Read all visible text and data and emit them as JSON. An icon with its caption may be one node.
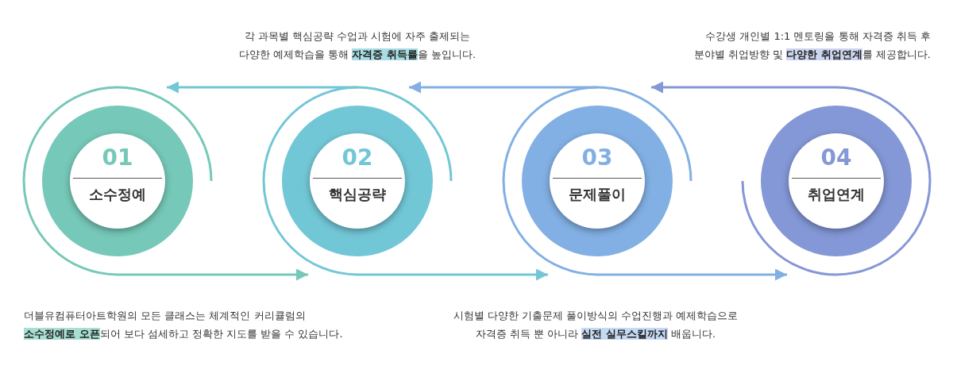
{
  "diagram": {
    "nodes": [
      {
        "text": [
          "01",
          "소수정예"
        ]
      },
      {
        "text": [
          "02",
          "핵심공략"
        ]
      },
      {
        "text": [
          "03",
          "문제풀이"
        ]
      },
      {
        "text": [
          "04",
          "취업연계"
        ]
      }
    ],
    "edges": [
      {
        "from": 0,
        "to": 1,
        "arrow": "to",
        "color": "#76c8b8"
      },
      {
        "from": 1,
        "to": null,
        "arrow": "to",
        "color": "#72c7d6"
      },
      {
        "from": 1,
        "to": 2,
        "arrow": "to",
        "color": "#72c7d6"
      },
      {
        "from": 2,
        "to": null,
        "arrow": "to",
        "color": "#82b0e4"
      },
      {
        "from": 2,
        "to": 3,
        "arrow": "to",
        "color": "#82b0e4"
      },
      {
        "from": 3,
        "to": null,
        "arrow": "to",
        "color": "#8497d6"
      }
    ],
    "labels": [
      "각 과목별 핵심공략 수업과 시험에 자주 출제되는 다양한 예제학습을 통해 **자격증 취득률**을 높입니다.",
      "수강생 개인별 1:1 멘토링을 통해 자격증 취득 후 분야별 취업방향 및 **다양한 취업연계**를 제공합니다.",
      "더블유컴퓨터아트학원의 모든 클래스는 체계적인 커리큘럼의 **소수정예로 오픈**되어 보다 섬세하고 정확한 지도를 받을 수 있습니다.",
      "시험별 다양한 기출문제 풀이방식의 수업진행과 예제학습으로 자격증 취득 뿐 아니라 **실전 실무스킬까지** 배웁니다."
    ]
  }
}
